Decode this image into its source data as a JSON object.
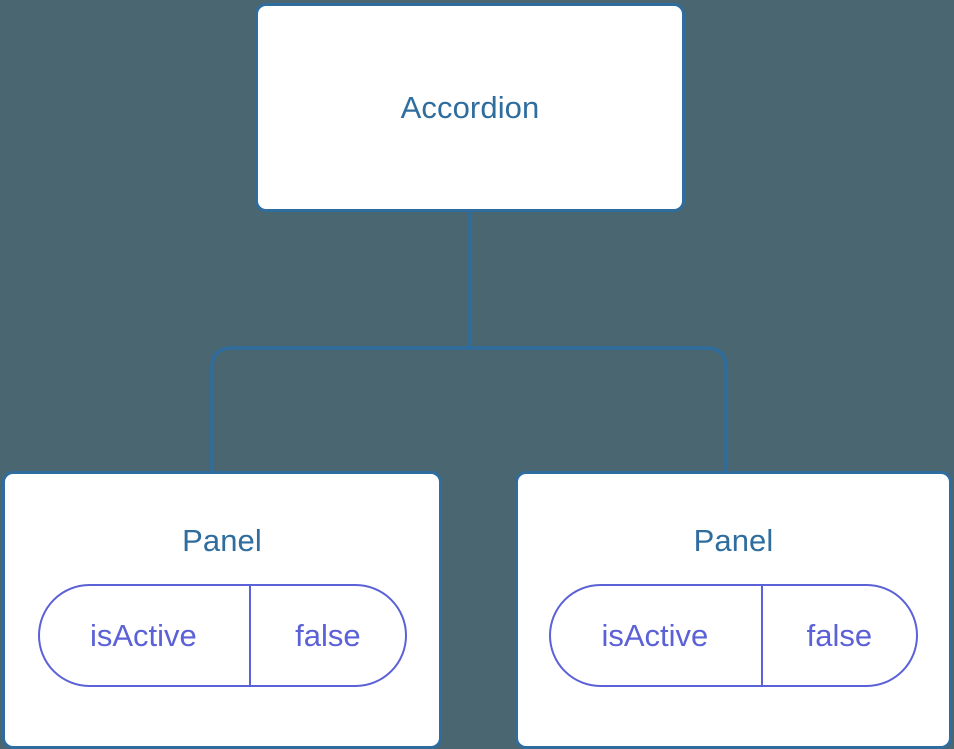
{
  "diagram": {
    "type": "component-tree",
    "background_color": "#4a6670",
    "node_border_color": "#2e6d9e",
    "node_fill_color": "#ffffff",
    "title_text_color": "#2e6d9e",
    "state_accent_color": "#5b61d6",
    "connector_color": "#2e6d9e"
  },
  "root": {
    "title": "Accordion"
  },
  "children": [
    {
      "title": "Panel",
      "state": {
        "key": "isActive",
        "value": "false"
      }
    },
    {
      "title": "Panel",
      "state": {
        "key": "isActive",
        "value": "false"
      }
    }
  ]
}
